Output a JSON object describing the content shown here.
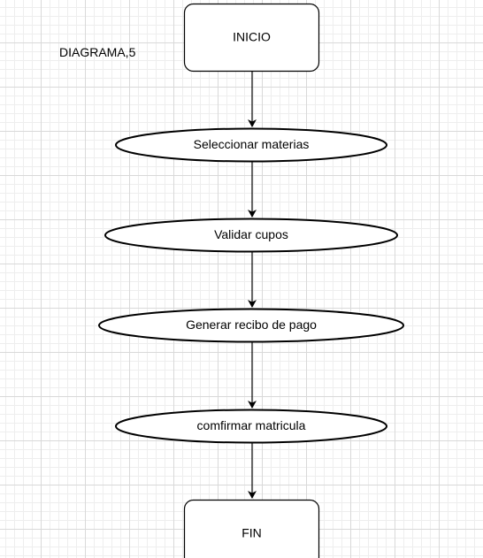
{
  "diagram": {
    "caption": "DIAGRAMA,5",
    "nodes": {
      "start": "INICIO",
      "step1": "Seleccionar materias",
      "step2": "Validar cupos",
      "step3": "Generar recibo de pago",
      "step4": "comfirmar matricula",
      "end": "FIN"
    },
    "colors": {
      "stroke": "#000000",
      "fill": "#ffffff",
      "grid_major": "#d9d9d9",
      "grid_minor": "#eeeeee"
    }
  }
}
